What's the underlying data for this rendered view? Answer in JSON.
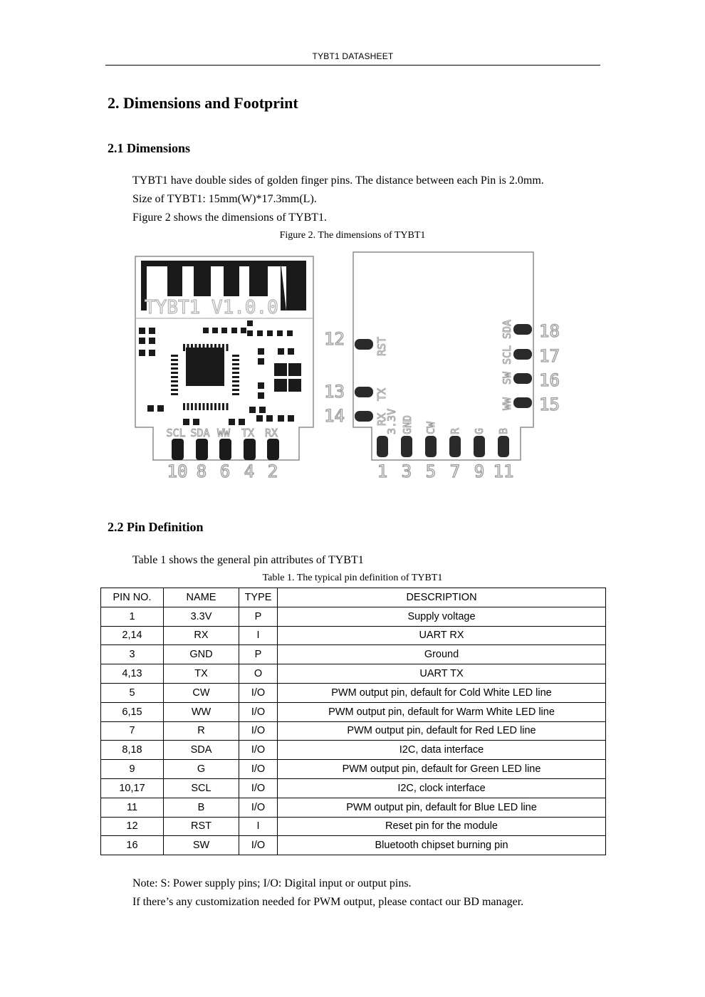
{
  "header": {
    "title": "TYBT1 DATASHEET"
  },
  "section": {
    "title": "2. Dimensions and Footprint"
  },
  "dimensions": {
    "title": "2.1 Dimensions",
    "lines": [
      "TYBT1 have double sides of golden finger pins. The distance between each Pin is 2.0mm.",
      "Size of TYBT1: 15mm(W)*17.3mm(L).",
      "Figure 2 shows the dimensions of TYBT1."
    ],
    "figure_caption": "Figure 2. The dimensions of TYBT1"
  },
  "figure": {
    "silk_text": "TYBT1  V1.0.0",
    "front_labels": [
      "SCL",
      "SDA",
      "WW",
      "TX",
      "RX"
    ],
    "front_numbers": [
      "10",
      "8",
      "6",
      "4",
      "2"
    ],
    "back_left_numbers": [
      "12",
      "13",
      "14"
    ],
    "back_left_labels": [
      "RST",
      "TX",
      "RX"
    ],
    "back_right_numbers": [
      "18",
      "17",
      "16",
      "15"
    ],
    "back_right_labels": [
      "SDA",
      "SCL",
      "SW",
      "WW"
    ],
    "back_bottom_labels": [
      "3.3V",
      "GND",
      "CW",
      "R",
      "G",
      "B"
    ],
    "back_bottom_numbers": [
      "1",
      "3",
      "5",
      "7",
      "9",
      "11"
    ]
  },
  "pin_definition": {
    "title": "2.2 Pin Definition",
    "intro": "Table 1 shows the general pin attributes of TYBT1",
    "table_caption": "Table 1. The typical pin definition of TYBT1",
    "columns": [
      "PIN NO.",
      "NAME",
      "TYPE",
      "DESCRIPTION"
    ],
    "rows": [
      [
        "1",
        "3.3V",
        "P",
        "Supply voltage"
      ],
      [
        "2,14",
        "RX",
        "I",
        "UART RX"
      ],
      [
        "3",
        "GND",
        "P",
        "Ground"
      ],
      [
        "4,13",
        "TX",
        "O",
        "UART TX"
      ],
      [
        "5",
        "CW",
        "I/O",
        "PWM output pin, default for Cold White LED line"
      ],
      [
        "6,15",
        "WW",
        "I/O",
        "PWM output pin, default for Warm White LED line"
      ],
      [
        "7",
        "R",
        "I/O",
        "PWM output pin, default for Red LED line"
      ],
      [
        "8,18",
        "SDA",
        "I/O",
        "I2C, data interface"
      ],
      [
        "9",
        "G",
        "I/O",
        "PWM output pin, default for Green LED line"
      ],
      [
        "10,17",
        "SCL",
        "I/O",
        "I2C, clock interface"
      ],
      [
        "11",
        "B",
        "I/O",
        "PWM output pin, default for Blue LED line"
      ],
      [
        "12",
        "RST",
        "I",
        "Reset pin for the module"
      ],
      [
        "16",
        "SW",
        "I/O",
        "Bluetooth chipset burning pin"
      ]
    ]
  },
  "notes": [
    "Note: S: Power supply pins; I/O: Digital input or output pins.",
    "If there’s any customization needed for PWM output, please contact our BD manager."
  ],
  "colors": {
    "pad": "#1a1a1a",
    "silk": "#b0b0b0",
    "outline": "#8c8c8c"
  }
}
